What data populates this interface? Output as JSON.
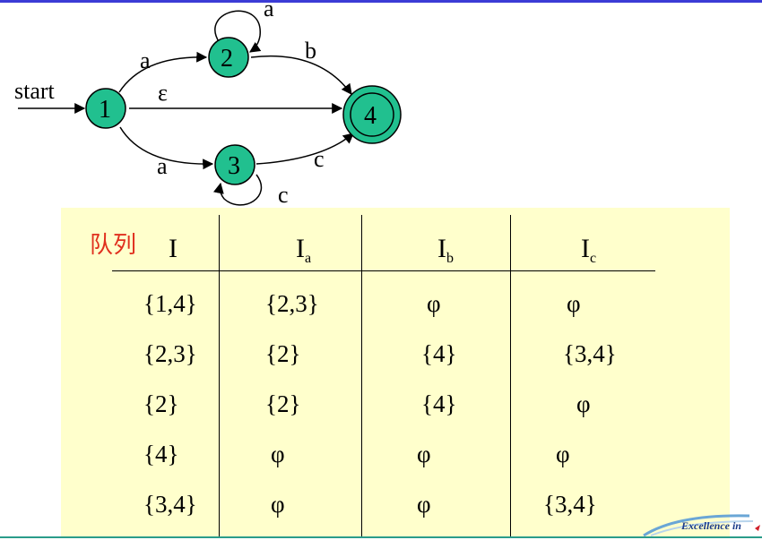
{
  "diagram": {
    "start_label": "start",
    "nodes": [
      {
        "id": "1",
        "label": "1",
        "accepting": false
      },
      {
        "id": "2",
        "label": "2",
        "accepting": false
      },
      {
        "id": "3",
        "label": "3",
        "accepting": false
      },
      {
        "id": "4",
        "label": "4",
        "accepting": true
      }
    ],
    "edges": [
      {
        "from": "1",
        "to": "2",
        "label": "a"
      },
      {
        "from": "2",
        "to": "2",
        "label": "a"
      },
      {
        "from": "2",
        "to": "4",
        "label": "b"
      },
      {
        "from": "1",
        "to": "4",
        "label": "ε"
      },
      {
        "from": "1",
        "to": "3",
        "label": "a"
      },
      {
        "from": "3",
        "to": "3",
        "label": "c"
      },
      {
        "from": "3",
        "to": "4",
        "label": "c"
      }
    ],
    "node_color": "#21c08f"
  },
  "table": {
    "queue_label": "队列",
    "headers": [
      {
        "base": "I",
        "sub": ""
      },
      {
        "base": "I",
        "sub": "a"
      },
      {
        "base": "I",
        "sub": "b"
      },
      {
        "base": "I",
        "sub": "c"
      }
    ],
    "rows": [
      [
        "{1,4}",
        "{2,3}",
        "φ",
        "φ"
      ],
      [
        "{2,3}",
        "{2}",
        "{4}",
        "{3,4}"
      ],
      [
        "{2}",
        "{2}",
        "{4}",
        "φ"
      ],
      [
        "{4}",
        "φ",
        "φ",
        "φ"
      ],
      [
        "{3,4}",
        "φ",
        "φ",
        "{3,4}"
      ]
    ],
    "background": "#ffffcc"
  },
  "footer": {
    "text": "Excellence in"
  }
}
